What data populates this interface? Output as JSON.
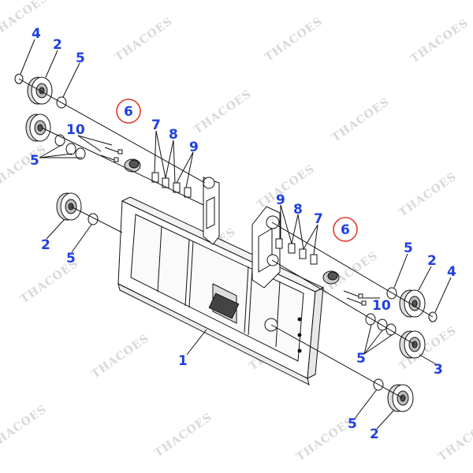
{
  "colors": {
    "callout": "#1f3fe0",
    "line": "#111111",
    "highlight_ring": "#e23b2e",
    "watermark": "#d8d8d8"
  },
  "watermark_text": "THACOES",
  "callouts": {
    "c4_top_left": "4",
    "c2_top_left": "2",
    "c5_top_left": "5",
    "c6_left": "6",
    "c10_left": "10",
    "c7_left": "7",
    "c8_left": "8",
    "c9_left": "9",
    "c5_left_group": "5",
    "c2_mid_left": "2",
    "c5_mid_left": "5",
    "c9_right": "9",
    "c8_right": "8",
    "c7_right": "7",
    "c6_right": "6",
    "c5_right_top": "5",
    "c2_right": "2",
    "c4_right": "4",
    "c10_right": "10",
    "c5_right_group": "5",
    "c3_right": "3",
    "c1_frame": "1",
    "c5_bottom": "5",
    "c2_bottom": "2"
  }
}
